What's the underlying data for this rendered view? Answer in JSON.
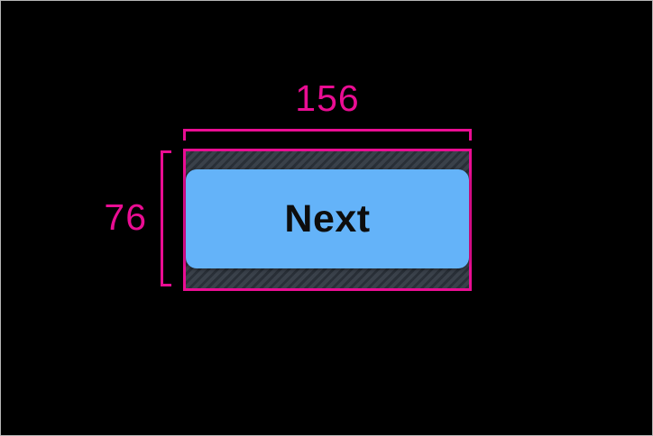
{
  "figure": {
    "description": "Touch target size specification diagram for a button",
    "canvas_background": "#000000",
    "frame_border_color": "#b6b6b6",
    "annotation_color": "#ea0d93",
    "dimensions": {
      "width_label": "156",
      "height_label": "76"
    },
    "button": {
      "label": "Next",
      "fill_color": "#64b3f9",
      "text_color": "#0d0d0d"
    },
    "touch_target": {
      "hatch_base_color": "#3a414a",
      "hatch_stripe_color": "#292f37"
    }
  }
}
